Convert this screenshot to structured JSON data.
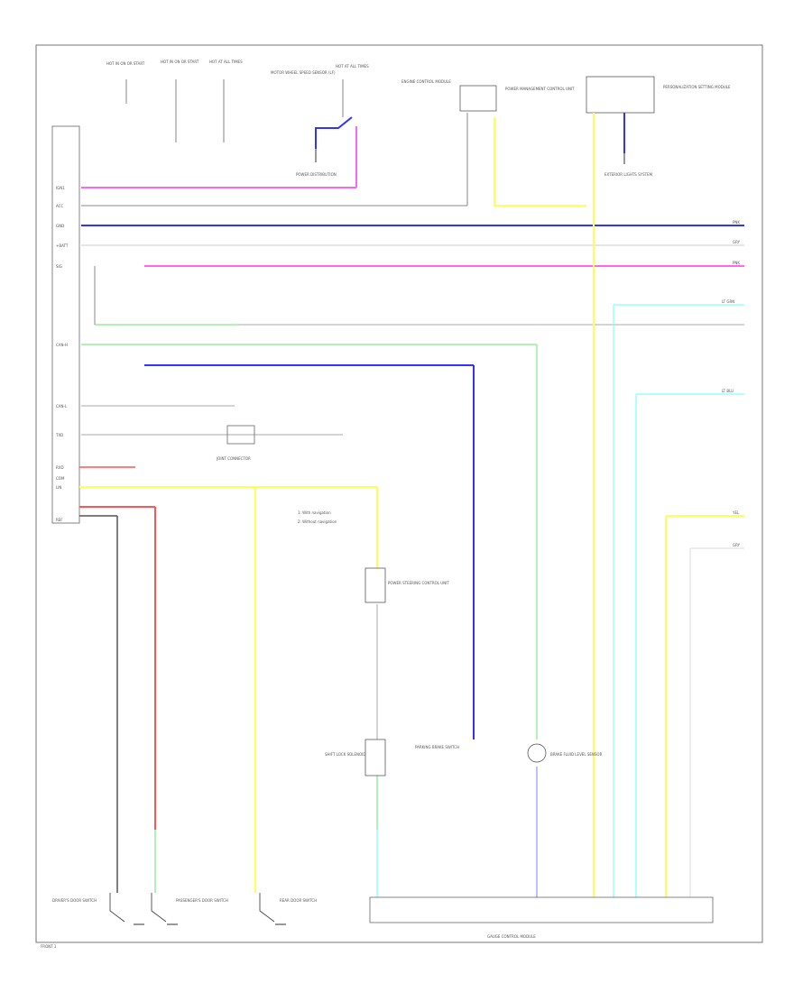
{
  "page": {
    "footer_left": "FRONT 1"
  },
  "colors": {
    "pink": "#ff66ee",
    "blue": "#3333ff",
    "green": "#99ee99",
    "yellow": "#ffff55",
    "cyan": "#99ffff",
    "red": "#ff5555",
    "gray": "#aaaaaa",
    "dark": "#555555",
    "blue_light": "#aaaaff"
  },
  "top_labels": [
    "HOT IN ON OR START",
    "HOT IN ON OR START",
    "HOT AT ALL TIMES",
    "MOTOR WHEEL SPEED SENSOR (LF)",
    "HOT AT ALL TIMES",
    "ENGINE CONTROL MODULE",
    "POWER MANAGEMENT CONTROL UNIT",
    "PERSONALIZATION SETTING MODULE"
  ],
  "left_pins": [
    "IGN1",
    "ACC",
    "GND",
    "+BATT",
    "SIG",
    "CAN-H",
    "CAN-L",
    "TXD",
    "RXD",
    "COM",
    "LIN",
    "REF"
  ],
  "right_pins": [
    "PNK",
    "GRY",
    "PNK",
    "LT GRN",
    "LT BLU",
    "YEL",
    "GRY"
  ],
  "components": {
    "ground_top": "POWER DISTRIBUTION",
    "ground_right": "EXTERIOR LIGHTS SYSTEM",
    "splice": "JOINT CONNECTOR",
    "module_mid": "POWER STEERING CONTROL UNIT",
    "relay_mid": "SHIFT LOCK SOLENOID",
    "switch_mid": "PARKING BRAKE SWITCH",
    "sensor_right": "BRAKE FLUID LEVEL SENSOR",
    "bottom_unit": "GAUGE CONTROL MODULE",
    "bottom_left_1": "DRIVER'S DOOR SWITCH",
    "bottom_left_2": "PASSENGER'S DOOR SWITCH",
    "bottom_left_3": "REAR DOOR SWITCH",
    "note_1": "1: With navigation",
    "note_2": "2: Without navigation"
  }
}
